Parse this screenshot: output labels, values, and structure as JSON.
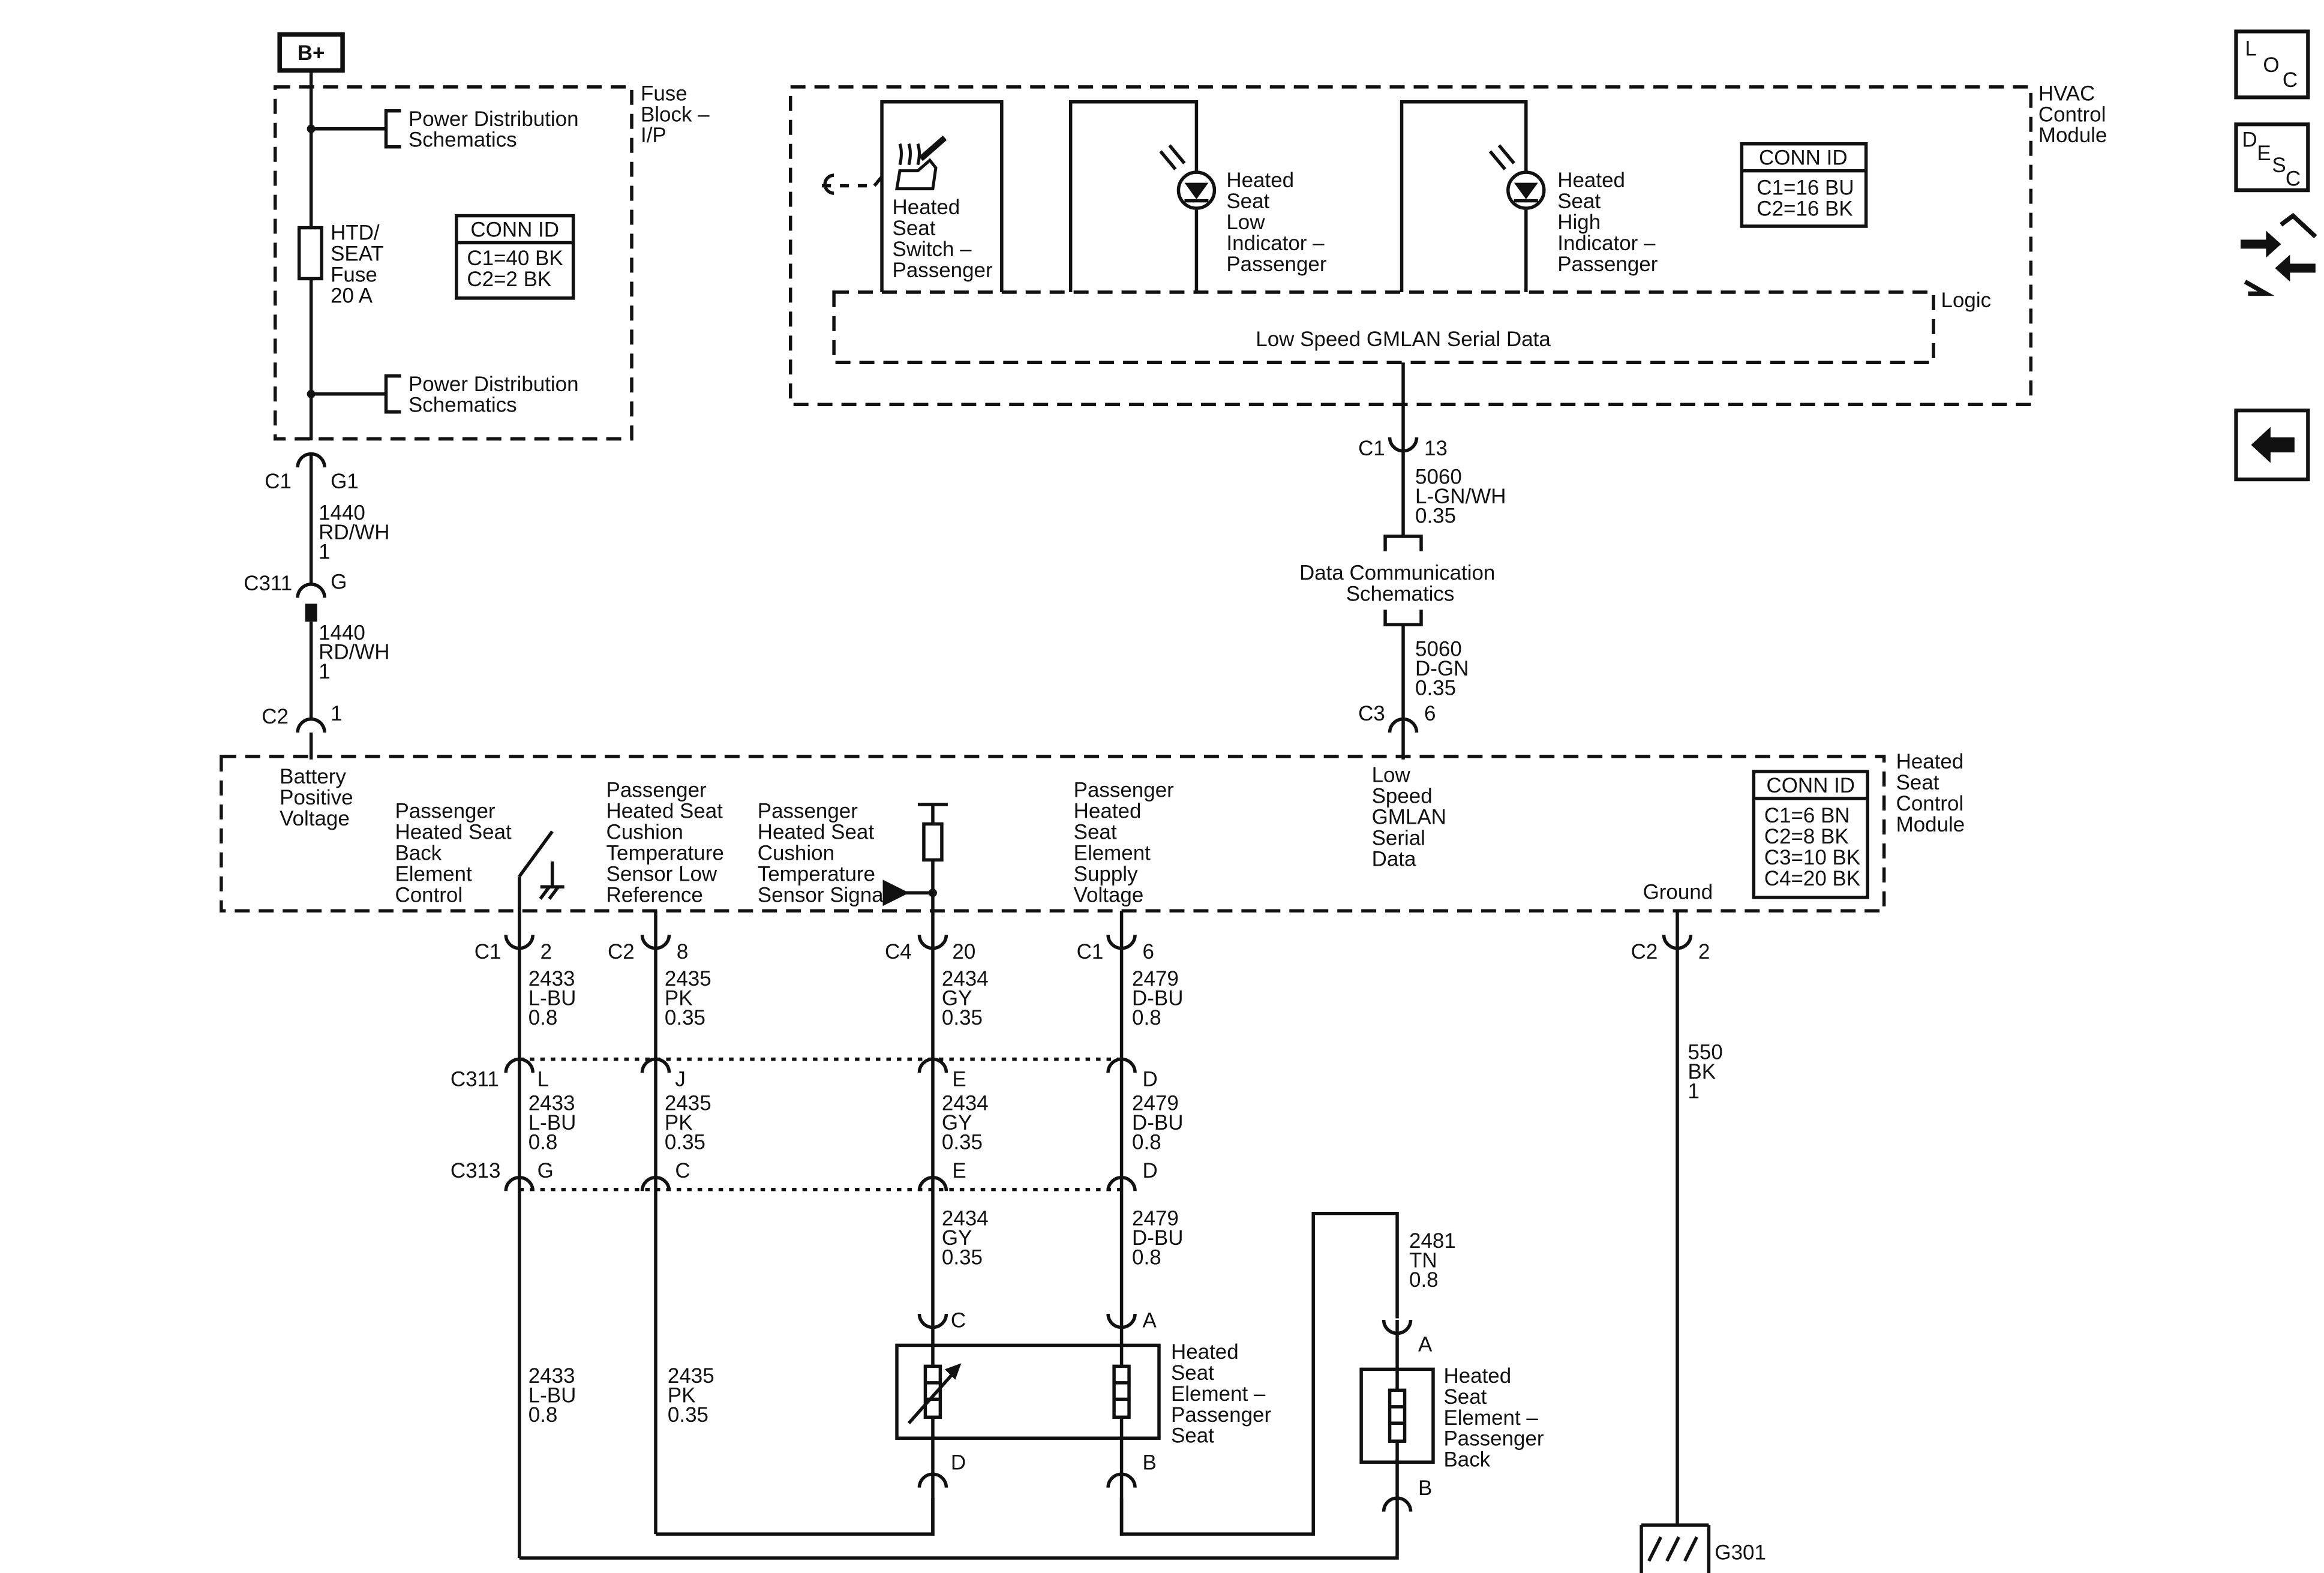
{
  "battery": {
    "label": "B+"
  },
  "fuse_block": {
    "title_lines": [
      "Fuse",
      "Block –",
      "I/P"
    ],
    "pd_top": [
      "Power Distribution",
      "Schematics"
    ],
    "pd_bottom": [
      "Power Distribution",
      "Schematics"
    ],
    "fuse": [
      "HTD/",
      "SEAT",
      "Fuse",
      "20 A"
    ],
    "conn": {
      "title": "CONN ID",
      "lines": [
        "C1=40 BK",
        "C2=2 BK"
      ]
    }
  },
  "hvac": {
    "title_lines": [
      "HVAC",
      "Control",
      "Module"
    ],
    "switch": [
      "Heated",
      "Seat",
      "Switch –",
      "Passenger"
    ],
    "low_ind": [
      "Heated",
      "Seat",
      "Low",
      "Indicator –",
      "Passenger"
    ],
    "high_ind": [
      "Heated",
      "Seat",
      "High",
      "Indicator –",
      "Passenger"
    ],
    "conn": {
      "title": "CONN ID",
      "lines": [
        "C1=16 BU",
        "C2=16 BK"
      ]
    },
    "logic": "Logic",
    "gmlan": "Low Speed GMLAN Serial Data"
  },
  "wire_left": {
    "c1": "C1",
    "g1": "G1",
    "w1": [
      "1440",
      "RD/WH",
      "1"
    ],
    "c311": "C311",
    "g": "G",
    "w2": [
      "1440",
      "RD/WH",
      "1"
    ],
    "c2": "C2",
    "pin": "1"
  },
  "wire_data": {
    "c1": "C1",
    "pin13": "13",
    "w1": [
      "5060",
      "L-GN/WH",
      "0.35"
    ],
    "dcs": [
      "Data Communication",
      "Schematics"
    ],
    "w2": [
      "5060",
      "D-GN",
      "0.35"
    ],
    "c3": "C3",
    "pin6": "6"
  },
  "hscm": {
    "title_lines": [
      "Heated",
      "Seat",
      "Control",
      "Module"
    ],
    "bpv": [
      "Battery",
      "Positive",
      "Voltage"
    ],
    "back": [
      "Passenger",
      "Heated Seat",
      "Back",
      "Element",
      "Control"
    ],
    "lowref": [
      "Passenger",
      "Heated Seat",
      "Cushion",
      "Temperature",
      "Sensor Low",
      "Reference"
    ],
    "sig": [
      "Passenger",
      "Heated Seat",
      "Cushion",
      "Temperature",
      "Sensor Signal"
    ],
    "supply": [
      "Passenger",
      "Heated",
      "Seat",
      "Element",
      "Supply",
      "Voltage"
    ],
    "gmlan": [
      "Low",
      "Speed",
      "GMLAN",
      "Serial",
      "Data"
    ],
    "ground": "Ground",
    "conn": {
      "title": "CONN ID",
      "lines": [
        "C1=6 BN",
        "C2=8 BK",
        "C3=10 BK",
        "C4=20 BK"
      ]
    }
  },
  "conns": {
    "c1": "C1",
    "c2": "C2",
    "c4": "C4",
    "c1b": "C1",
    "c2g": "C2",
    "p2": "2",
    "p8": "8",
    "p20": "20",
    "p6": "6",
    "pg2": "2",
    "c311": "C311",
    "c313": "C313",
    "L": "L",
    "J": "J",
    "E": "E",
    "D": "D",
    "G": "G",
    "C": "C",
    "E2": "E",
    "D2": "D"
  },
  "wires": {
    "a1": [
      "2433",
      "L-BU",
      "0.8"
    ],
    "a2": [
      "2433",
      "L-BU",
      "0.8"
    ],
    "a3": [
      "2433",
      "L-BU",
      "0.8"
    ],
    "b1": [
      "2435",
      "PK",
      "0.35"
    ],
    "b2": [
      "2435",
      "PK",
      "0.35"
    ],
    "b3": [
      "2435",
      "PK",
      "0.35"
    ],
    "c1": [
      "2434",
      "GY",
      "0.35"
    ],
    "c2": [
      "2434",
      "GY",
      "0.35"
    ],
    "c3": [
      "2434",
      "GY",
      "0.35"
    ],
    "d1": [
      "2479",
      "D-BU",
      "0.8"
    ],
    "d2": [
      "2479",
      "D-BU",
      "0.8"
    ],
    "d3": [
      "2479",
      "D-BU",
      "0.8"
    ],
    "e1": [
      "2481",
      "TN",
      "0.8"
    ],
    "g1": [
      "550",
      "BK",
      "1"
    ]
  },
  "seat_element": {
    "label": [
      "Heated",
      "Seat",
      "Element –",
      "Passenger",
      "Seat"
    ],
    "pC": "C",
    "pA": "A",
    "pD": "D",
    "pB": "B"
  },
  "back_element": {
    "label": [
      "Heated",
      "Seat",
      "Element –",
      "Passenger",
      "Back"
    ],
    "pA": "A",
    "pB": "B"
  },
  "ground": {
    "label": "G301"
  },
  "nav": {
    "loc": [
      "L",
      "O",
      "C"
    ],
    "desc": [
      "D",
      "E",
      "S",
      "C"
    ]
  }
}
